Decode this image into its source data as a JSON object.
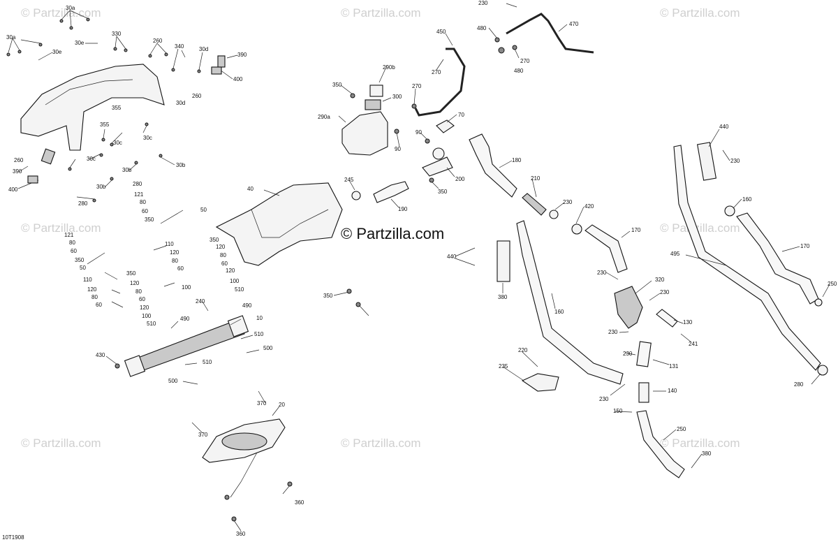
{
  "watermark": {
    "text": "© Partzilla.com"
  },
  "brand_center": {
    "text": "© Partzilla.com"
  },
  "drawing_code": "10T1908",
  "callouts": [
    "30a",
    "30a",
    "30e",
    "30e",
    "330",
    "260",
    "340",
    "30d",
    "390",
    "400",
    "260",
    "30d",
    "355",
    "355",
    "30c",
    "30c",
    "260",
    "390",
    "400",
    "30c",
    "30b",
    "30b",
    "30b",
    "280",
    "121",
    "80",
    "60",
    "350",
    "50",
    "280",
    "121",
    "80",
    "60",
    "350",
    "50",
    "110",
    "120",
    "80",
    "60",
    "350",
    "120",
    "80",
    "60",
    "100",
    "110",
    "120",
    "80",
    "60",
    "120",
    "100",
    "350",
    "120",
    "60",
    "80",
    "120",
    "100",
    "510",
    "490",
    "240",
    "490",
    "510",
    "10",
    "510",
    "500",
    "430",
    "510",
    "500",
    "370",
    "20",
    "370",
    "360",
    "360",
    "40",
    "230",
    "480",
    "270",
    "470",
    "480",
    "450",
    "270",
    "350",
    "290b",
    "300",
    "270",
    "290a",
    "70",
    "90",
    "90",
    "200",
    "350",
    "245",
    "190",
    "180",
    "210",
    "230",
    "420",
    "170",
    "440",
    "380",
    "160",
    "230",
    "320",
    "230",
    "130",
    "241",
    "230",
    "131",
    "220",
    "235",
    "230",
    "140",
    "230",
    "150",
    "250",
    "380",
    "440",
    "230",
    "160",
    "170",
    "495",
    "250",
    "280",
    "350"
  ]
}
